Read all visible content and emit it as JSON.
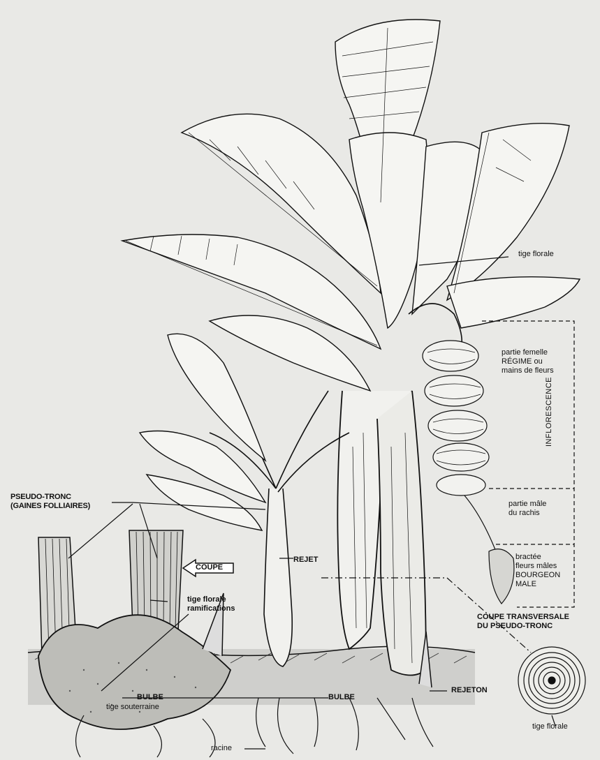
{
  "labels": {
    "tige_florale_top": "tige florale",
    "partie_femelle": "partie femelle\nRÉGIME ou\nmains de fleurs",
    "inflorescence": "INFLORESCENCE",
    "partie_male": "partie mâle\ndu rachis",
    "bractee": "bractée\nfleurs mâles\nBOURGEON\nMALE",
    "pseudo_tronc": "PSEUDO-TRONC\n(GAINES FOLLIAIRES)",
    "rejet": "REJET",
    "coupe": "COUPE",
    "tige_ramif": "tige florale\nramifications",
    "coupe_transversale": "COUPE TRANSVERSALE\nDU PSEUDO-TRONC",
    "bulbe_left": "BULBE",
    "tige_souterraine": "tige souterraine",
    "bulbe_center": "BULBE",
    "rejeton": "REJETON",
    "racine": "racine",
    "tige_florale_bottom": "tige florale"
  },
  "colors": {
    "ink": "#111111",
    "paper": "#e9e9e6",
    "ghost_text": "#b9b9b5"
  }
}
